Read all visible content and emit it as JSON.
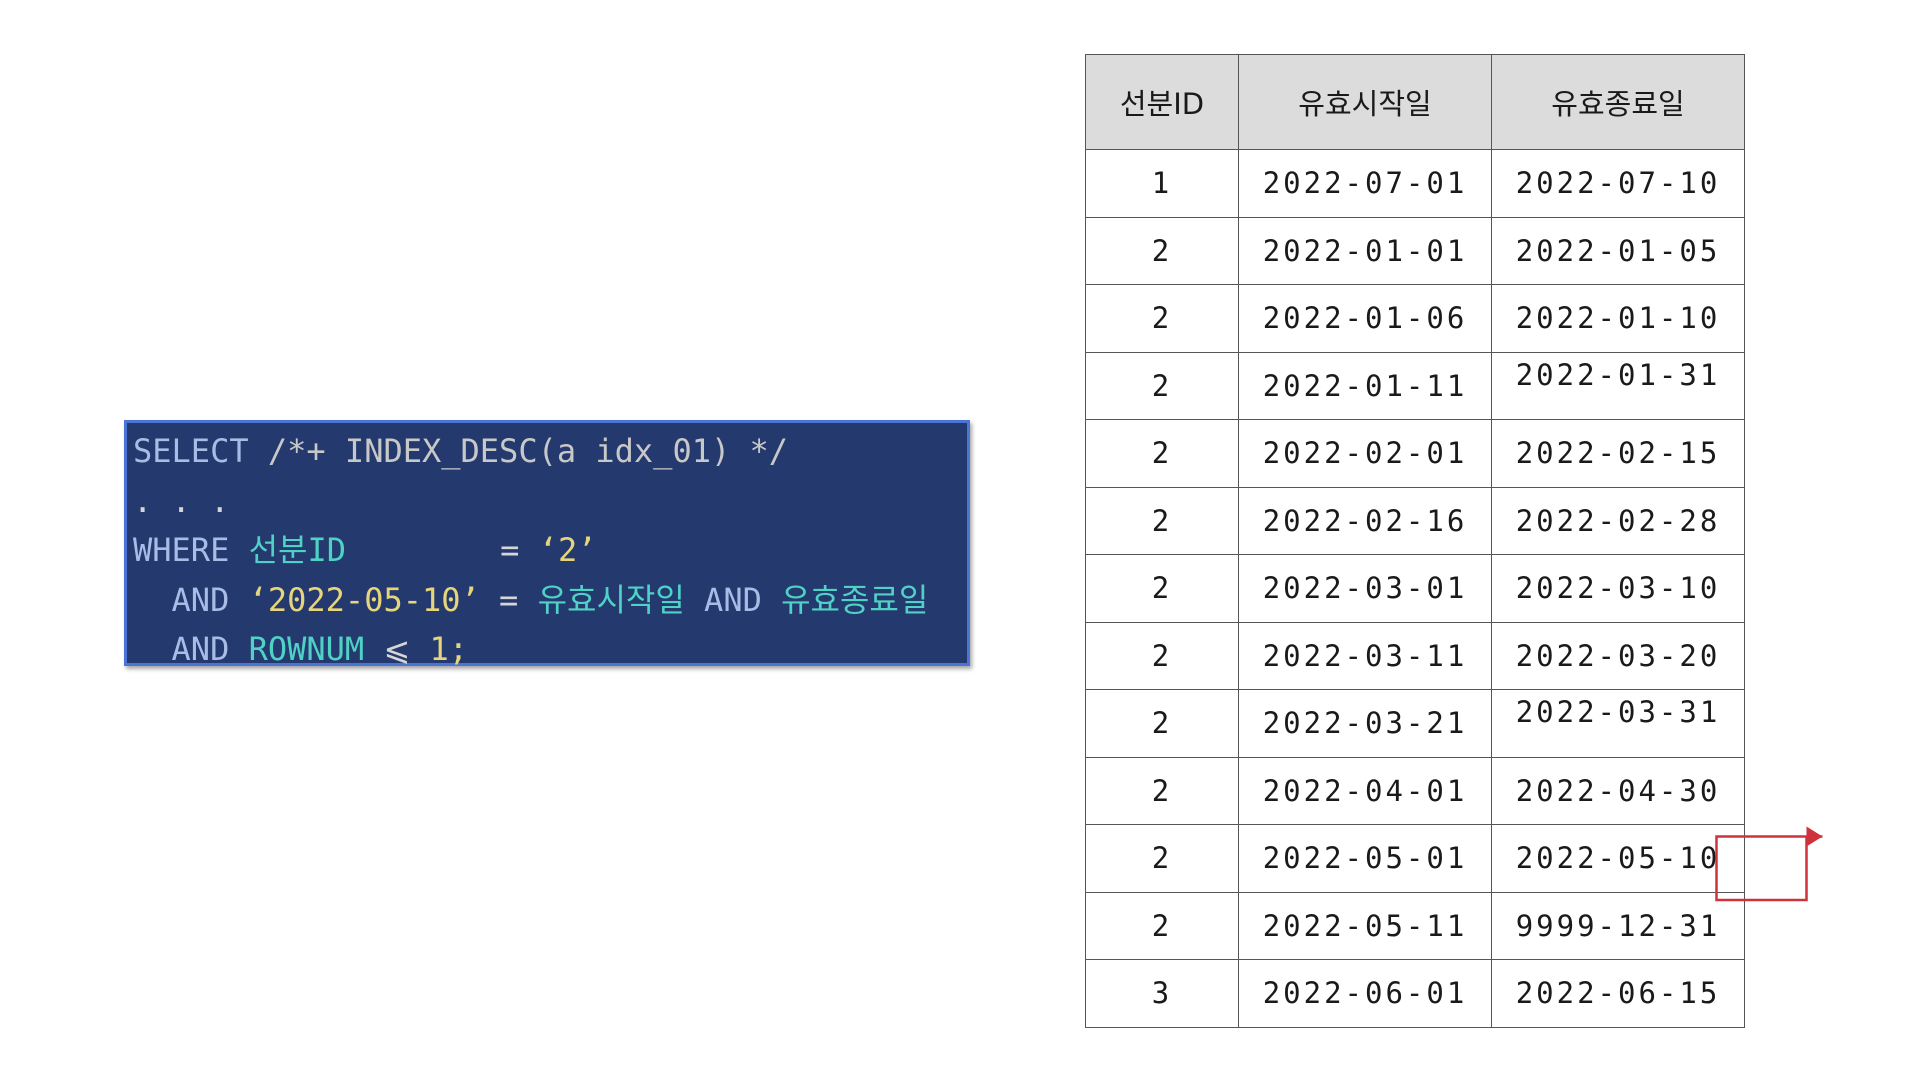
{
  "code": {
    "line1": {
      "kw": "SELECT",
      "comment": "/*+ INDEX_DESC(a idx_01) */"
    },
    "line2": {
      "ellipsis": ". . ."
    },
    "line3": {
      "kw": "WHERE",
      "col": "선분ID",
      "op": "=",
      "val": "‘2’"
    },
    "line4": {
      "kw1": "AND",
      "val": "‘2022-05-10’",
      "op": "=",
      "col1": "유효시작일",
      "kw2": "AND",
      "col2": "유효종료일"
    },
    "line5": {
      "kw": "AND",
      "col": "ROWNUM",
      "op": "⩽",
      "val": "1;"
    }
  },
  "table": {
    "headers": [
      "선분ID",
      "유효시작일",
      "유효종료일"
    ],
    "rows": [
      [
        "1",
        "2022-07-01",
        "2022-07-10"
      ],
      [
        "2",
        "2022-01-01",
        "2022-01-05"
      ],
      [
        "2",
        "2022-01-06",
        "2022-01-10"
      ],
      [
        "2",
        "2022-01-11",
        "2022-01-31"
      ],
      [
        "2",
        "2022-02-01",
        "2022-02-15"
      ],
      [
        "2",
        "2022-02-16",
        "2022-02-28"
      ],
      [
        "2",
        "2022-03-01",
        "2022-03-10"
      ],
      [
        "2",
        "2022-03-11",
        "2022-03-20"
      ],
      [
        "2",
        "2022-03-21",
        "2022-03-31"
      ],
      [
        "2",
        "2022-04-01",
        "2022-04-30"
      ],
      [
        "2",
        "2022-05-01",
        "2022-05-10"
      ],
      [
        "2",
        "2022-05-11",
        "9999-12-31"
      ],
      [
        "3",
        "2022-06-01",
        "2022-06-15"
      ]
    ],
    "top_aligned_rows": [
      3,
      8
    ],
    "pointer_row": 10
  },
  "colors": {
    "pointer": "#d0323c",
    "code_bg": "#243a6e",
    "code_border": "#4a74d6",
    "header_bg": "#dcdcdc"
  }
}
